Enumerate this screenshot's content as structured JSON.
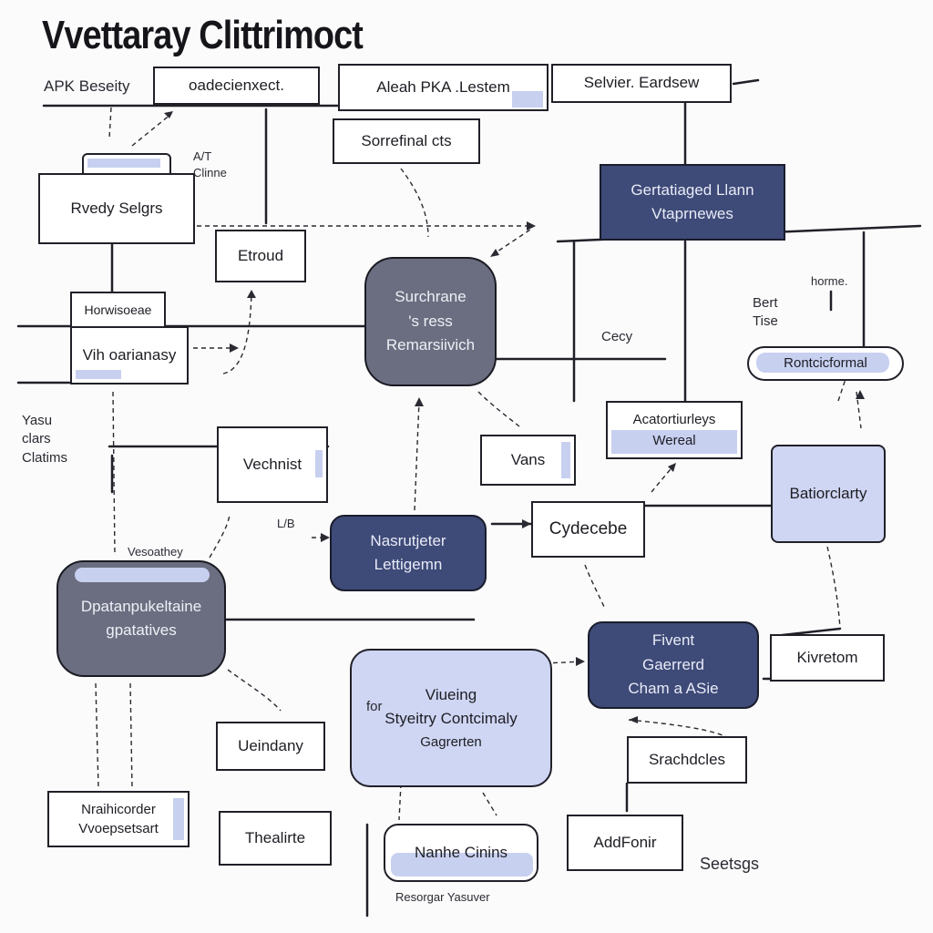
{
  "title": "Vvettaray Clittrimoct",
  "nodes": {
    "apk_beseity": "APK Beseity",
    "oadecienxect": "oadecienxect.",
    "aleah_pka": "Aleah PKA .Lestem",
    "selvier_eardsew": "Selvier. Eardsew",
    "sorrefinal_cts": "Sorrefinal cts",
    "gerlatiaged_line1": "Gertatiaged Llann",
    "gerlatiaged_line2": "Vtaprnewes",
    "rvedy_selgrs": "Rvedy Selgrs",
    "etroud": "Etroud",
    "surchrane_line1": "Surchrane",
    "surchrane_line2": "'s ress",
    "surchrane_line3": "Remarsiivich",
    "horwiscoe_label": "Horwisoeae",
    "vih_oariansy": "Vih oarianasy",
    "roncite_formal": "Rontcicformal",
    "acatorlurleys_line1": "Acatortiurleys",
    "acatorlurleys_line2": "Wereal",
    "vans": "Vans",
    "vechnist": "Vechnist",
    "batiorclarty": "Batiorclarty",
    "nasrutjeter_line1": "Nasrutjeter",
    "nasrutjeter_line2": "Lettigemn",
    "cydecebe": "Cydecebe",
    "dpatanpukeltaine_line1": "Dpatanpukeltaine",
    "dpatanpukeltaine_line2": "gpatatives",
    "fivent_line1": "Fivent",
    "fivent_line2": "Gaerrerd",
    "fivent_line3": "Cham a ASie",
    "kivrelom": "Kivretom",
    "viueing_line1": "Viueing",
    "viueing_line2": "Styeitry Contcimaly",
    "viueing_line3": "Gagrerten",
    "ueindany": "Ueindany",
    "srachdcles": "Srachdcles",
    "nrahicorder_line1": "Nraihicorder",
    "nrahicorder_line2": "Vvoepsetsart",
    "thealirte": "Thealirte",
    "nanhe_cinins": "Nanhe Cinins",
    "addfonit": "AddFonir",
    "seetsgs": "Seetsgs"
  },
  "notes": {
    "alt_chinne": [
      "A/T",
      "Clinne"
    ],
    "bert_tise": [
      "Bert",
      "Tise"
    ],
    "horme": "horme.",
    "cecy": "Cecy",
    "yasu_clatims": [
      "Yasu",
      "clars",
      "Clatims"
    ],
    "vesoalthey": "Vesoathey",
    "lb": "L/B",
    "for": "for",
    "resorgar": "Resorgar Yasuver"
  }
}
